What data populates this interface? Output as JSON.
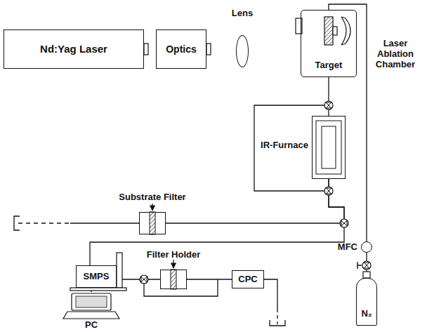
{
  "diagram": {
    "nodes": [
      {
        "text": [
          "Nd:Yag Laser"
        ]
      },
      {
        "text": [
          "Optics"
        ]
      },
      {
        "text": [
          "Lens"
        ]
      },
      {
        "text": [
          "Target",
          "Laser Ablation Chamber"
        ]
      },
      {
        "text": [
          "IR-Furnace"
        ]
      },
      {
        "text": [
          "Substrate Filter"
        ]
      },
      {
        "text": [
          "MFC"
        ]
      },
      {
        "text": [
          "N₂"
        ]
      },
      {
        "text": [
          "SMPS"
        ]
      },
      {
        "text": [
          "Filter Holder"
        ]
      },
      {
        "text": [
          "CPC"
        ]
      },
      {
        "text": [
          "PC"
        ]
      }
    ],
    "edges": [
      {
        "from": 7,
        "to": 6,
        "arrow": "none"
      },
      {
        "from": 6,
        "to": 3,
        "arrow": "none"
      },
      {
        "from": 3,
        "to": 4,
        "arrow": "none"
      },
      {
        "from": 4,
        "to": 5,
        "arrow": "none"
      },
      {
        "from": 4,
        "to": 8,
        "arrow": "none"
      },
      {
        "from": 8,
        "to": 11,
        "arrow": "none"
      },
      {
        "from": 8,
        "to": 9,
        "arrow": "none"
      },
      {
        "from": 9,
        "to": 10,
        "arrow": "none"
      }
    ]
  }
}
